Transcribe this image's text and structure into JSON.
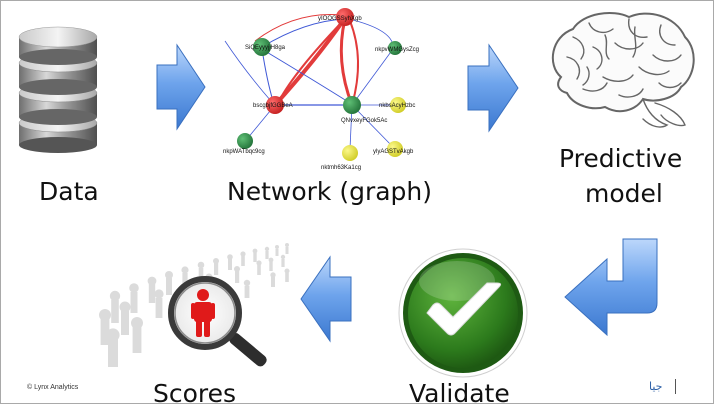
{
  "stages": {
    "data": "Data",
    "network": "Network (graph)",
    "predictive_line1": "Predictive",
    "predictive_line2": "model",
    "validate": "Validate",
    "scores": "Scores"
  },
  "graph": {
    "nodes": [
      {
        "id": "yIOOGSSyhXgb",
        "color": "red"
      },
      {
        "id": "SiQEyyyjjH8ga",
        "color": "green"
      },
      {
        "id": "bscgbjfGGBeA",
        "color": "red"
      },
      {
        "id": "QNvxeyFGok5Ac",
        "color": "green"
      },
      {
        "id": "nkpvWMGysZcg",
        "color": "green"
      },
      {
        "id": "nkbsAcyHzbc",
        "color": "yellow"
      },
      {
        "id": "ylyAGSTvAkgb",
        "color": "yellow"
      },
      {
        "id": "nktmh63Ka1cg",
        "color": "yellow"
      },
      {
        "id": "nkpWATbqc9cg",
        "color": "green"
      }
    ]
  },
  "footer": {
    "copyright": "© Lynx Analytics",
    "logo_glyph": "جيا"
  },
  "colors": {
    "arrow_blue": "#4f8ee0",
    "node_red": "#d93535",
    "node_green": "#2f8f4a",
    "node_yellow": "#e6e33d",
    "check_green": "#2e7d1f"
  },
  "icons": [
    "database-icon",
    "network-graph-icon",
    "brain-icon",
    "checkmark-icon",
    "magnifier-person-icon",
    "arrow-right-icon",
    "arrow-left-icon",
    "arrow-uturn-icon"
  ]
}
